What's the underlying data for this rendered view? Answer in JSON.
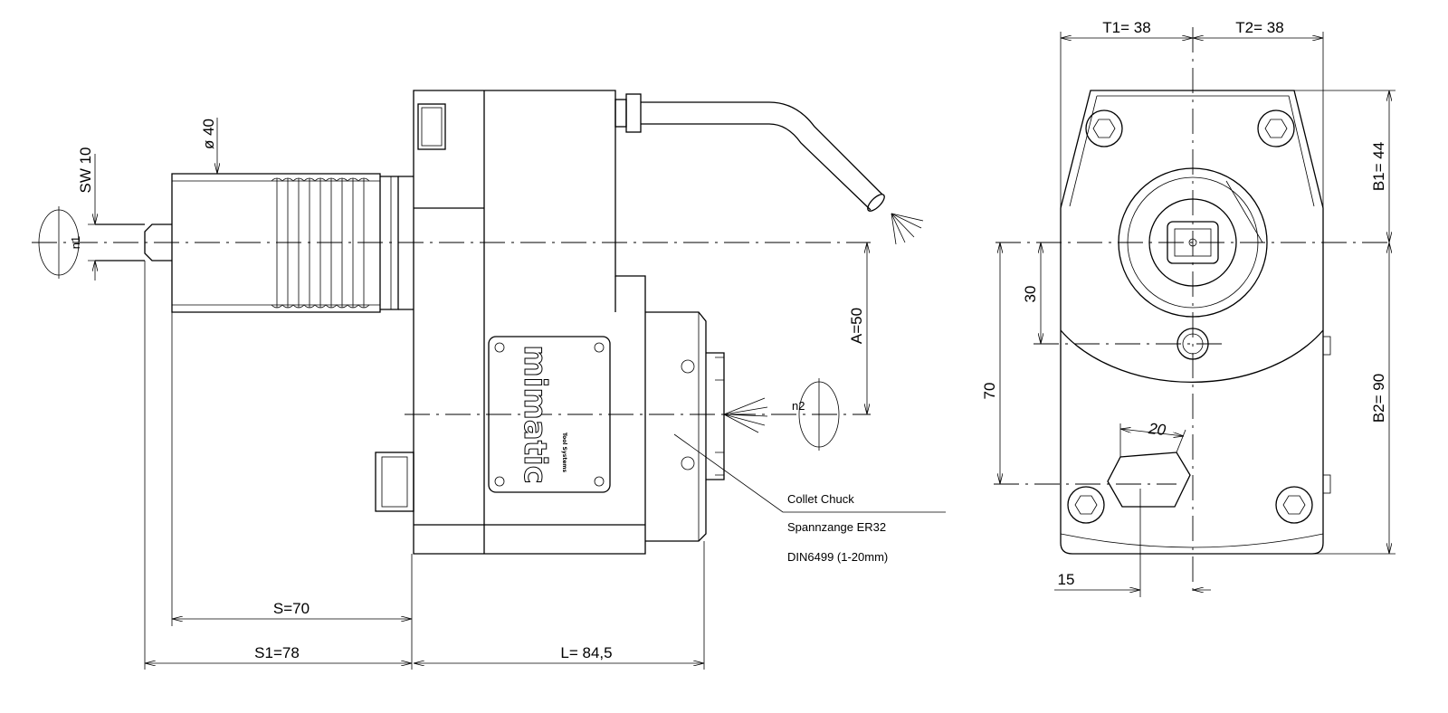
{
  "front_view": {
    "dim_sw": "SW 10",
    "dim_diameter": "ø 40",
    "dim_n1": "n1",
    "dim_a": "A=50",
    "dim_n2": "n2",
    "dim_s": "S=70",
    "dim_s1": "S1=78",
    "dim_l": "L= 84,5",
    "logo_text": "mimatic",
    "logo_subtext": "Tool Systems",
    "callout_line1": "Collet Chuck",
    "callout_line2": "Spannzange ER32",
    "callout_line3": "DIN6499 (1-20mm)"
  },
  "side_view": {
    "dim_t1": "T1= 38",
    "dim_t2": "T2= 38",
    "dim_b1": "B1= 44",
    "dim_b2": "B2= 90",
    "dim_30": "30",
    "dim_70": "70",
    "dim_20": "20",
    "dim_15": "15"
  }
}
